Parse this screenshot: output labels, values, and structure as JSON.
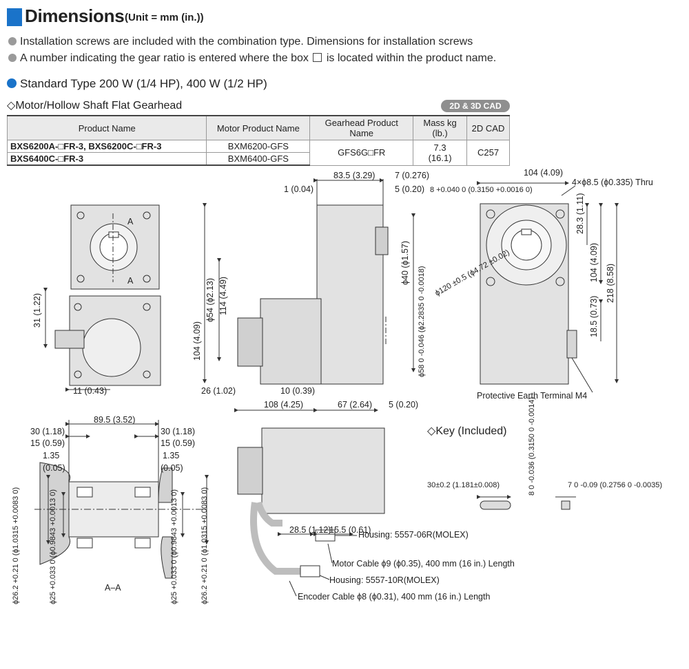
{
  "header": {
    "title": "Dimensions",
    "unit": "(Unit = mm (in.))"
  },
  "notes": [
    "Installation screws are included with the combination type. Dimensions for installation screws",
    {
      "before": "A number indicating the gear ratio is entered where the box",
      "after": "is located within the product name."
    }
  ],
  "section": {
    "title": "Standard Type  200 W (1/4 HP), 400 W (1/2 HP)",
    "subtitle": "Motor/Hollow Shaft Flat Gearhead",
    "cad_badge": "2D & 3D CAD"
  },
  "table": {
    "headers": [
      "Product Name",
      "Motor Product Name",
      "Gearhead Product Name",
      "Mass kg (lb.)",
      "2D CAD"
    ],
    "rows": [
      {
        "product": "BXS6200A-□FR-3, BXS6200C-□FR-3",
        "motor": "BXM6200-GFS"
      },
      {
        "product": "BXS6400C-□FR-3",
        "motor": "BXM6400-GFS"
      }
    ],
    "gearhead": "GFS6G□FR",
    "mass": "7.3",
    "mass_lb": "(16.1)",
    "cad": "C257"
  },
  "drawing": {
    "front": {
      "dim_31": "31 (1.22)",
      "dim_104": "104 (4.09)",
      "dim_11": "11 (0.43)",
      "section_label": "A"
    },
    "side": {
      "d83": "83.5 (3.29)",
      "d7": "7 (0.276)",
      "d1": "1 (0.04)",
      "d5": "5 (0.20)",
      "d8tol": "8 +0.040 0 (0.3150 +0.0016 0)",
      "phi40": "ϕ40 (ϕ1.57)",
      "phi54": "ϕ54 (ϕ2.13)",
      "d114": "114 (4.49)",
      "d104": "104 (4.09)",
      "phi58": "ϕ58 0 -0.046 (ϕ2.2835 0 -0.0018)",
      "d26": "26 (1.02)",
      "d10": "10 (0.39)",
      "d108": "108 (4.25)",
      "d67": "67 (2.64)",
      "d5b": "5 (0.20)"
    },
    "end": {
      "d104": "104 (4.09)",
      "holes": "4×ϕ8.5 (ϕ0.335) Thru",
      "d28": "28.3 (1.11)",
      "d104v": "104 (4.09)",
      "phi120": "ϕ120 ±0.5 (ϕ4.72 ±0.02)",
      "d218": "218 (8.58)",
      "d18": "18.5 (0.73)",
      "earth": "Protective Earth Terminal M4"
    },
    "section": {
      "d89": "89.5 (3.52)",
      "d30l": "30 (1.18)",
      "d30r": "30 (1.18)",
      "d15l": "15 (0.59)",
      "d15r": "15 (0.59)",
      "d135": "1.35",
      "d005": "(0.05)",
      "label": "A–A",
      "phi26": "ϕ26.2 +0.21 0 (ϕ1.0315 +0.0083 0)",
      "phi25": "ϕ25 +0.033 0 (ϕ0.9843 +0.0013 0)"
    },
    "cable": {
      "d285": "28.5 (1.12)",
      "d155": "15.5 (0.61)",
      "housing6": "Housing: 5557-06R(MOLEX)",
      "motor_cable": "Motor Cable ϕ9 (ϕ0.35), 400 mm (16 in.) Length",
      "housing10": "Housing: 5557-10R(MOLEX)",
      "encoder_cable": "Encoder Cable ϕ8 (ϕ0.31), 400 mm (16 in.) Length"
    },
    "key": {
      "title": "Key (Included)",
      "len": "30±0.2 (1.181±0.008)",
      "h8": "8 0 -0.036 (0.3150 0 -0.0014)",
      "w7": "7 0 -0.09 (0.2756 0 -0.0035)"
    }
  }
}
